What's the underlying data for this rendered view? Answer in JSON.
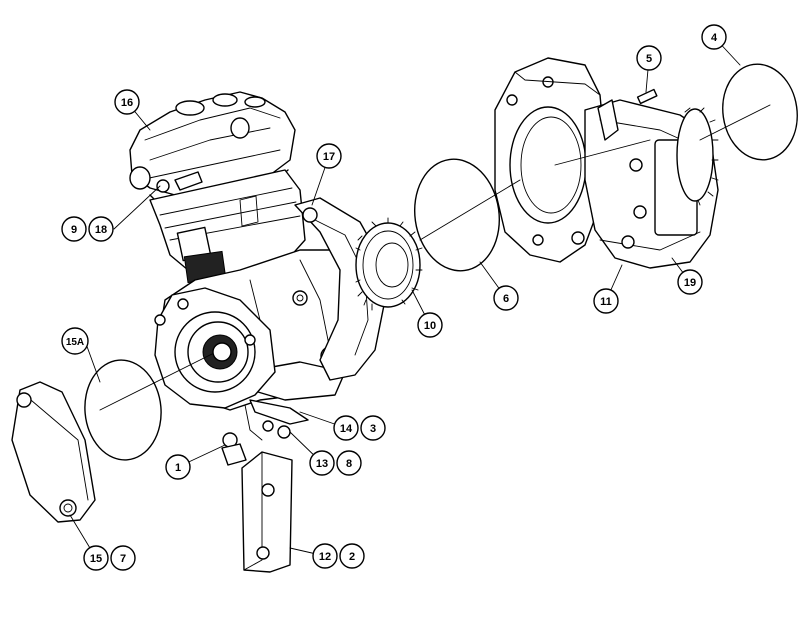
{
  "callouts": [
    {
      "id": "c16",
      "label": "16"
    },
    {
      "id": "c9",
      "label": "9"
    },
    {
      "id": "c18",
      "label": "18"
    },
    {
      "id": "c17",
      "label": "17"
    },
    {
      "id": "c15a",
      "label": "15A"
    },
    {
      "id": "c1",
      "label": "1"
    },
    {
      "id": "c13",
      "label": "13"
    },
    {
      "id": "c8",
      "label": "8"
    },
    {
      "id": "c14",
      "label": "14"
    },
    {
      "id": "c3",
      "label": "3"
    },
    {
      "id": "c15",
      "label": "15"
    },
    {
      "id": "c7",
      "label": "7"
    },
    {
      "id": "c12",
      "label": "12"
    },
    {
      "id": "c2",
      "label": "2"
    },
    {
      "id": "c10",
      "label": "10"
    },
    {
      "id": "c6",
      "label": "6"
    },
    {
      "id": "c5",
      "label": "5"
    },
    {
      "id": "c4",
      "label": "4"
    },
    {
      "id": "c11",
      "label": "11"
    },
    {
      "id": "c19",
      "label": "19"
    }
  ]
}
